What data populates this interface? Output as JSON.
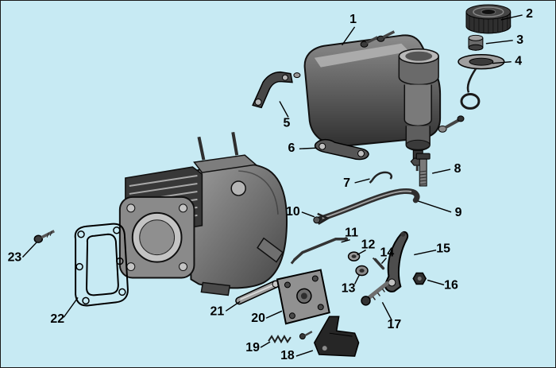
{
  "diagram": {
    "type": "exploded-parts-diagram",
    "colors": {
      "background": "#c7eaf3",
      "outline": "#000000",
      "part_dark": "#2e2e2e",
      "part_mid": "#7a7a7a",
      "part_light": "#c4c4c4",
      "callout_text": "#000000"
    },
    "callouts": [
      {
        "label": "1"
      },
      {
        "label": "2"
      },
      {
        "label": "3"
      },
      {
        "label": "4"
      },
      {
        "label": "5"
      },
      {
        "label": "6"
      },
      {
        "label": "7"
      },
      {
        "label": "8"
      },
      {
        "label": "9"
      },
      {
        "label": "10"
      },
      {
        "label": "11"
      },
      {
        "label": "12"
      },
      {
        "label": "13"
      },
      {
        "label": "14"
      },
      {
        "label": "15"
      },
      {
        "label": "16"
      },
      {
        "label": "17"
      },
      {
        "label": "18"
      },
      {
        "label": "19"
      },
      {
        "label": "20"
      },
      {
        "label": "21"
      },
      {
        "label": "22"
      },
      {
        "label": "23"
      }
    ]
  }
}
